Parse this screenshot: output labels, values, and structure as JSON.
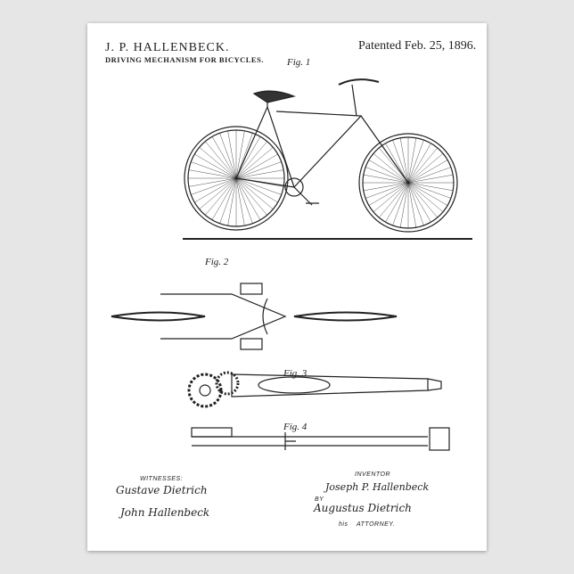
{
  "header": {
    "inventor_name": "J. P. HALLENBECK.",
    "title": "DRIVING MECHANISM FOR BICYCLES.",
    "patent_date": "Patented Feb. 25, 1896."
  },
  "figures": [
    "Fig. 1",
    "Fig. 2",
    "Fig. 3",
    "Fig. 4"
  ],
  "footer": {
    "witnesses_label": "WITNESSES:",
    "inventor_label": "INVENTOR",
    "inventor_signature": "Joseph P. Hallenbeck",
    "by_label": "BY",
    "attorney_label": "ATTORNEY.",
    "his_label": "his",
    "witness_signatures": [
      "Gustave Dietrich",
      "John Hallenbeck"
    ],
    "attorney_signature": "Augustus Dietrich"
  }
}
